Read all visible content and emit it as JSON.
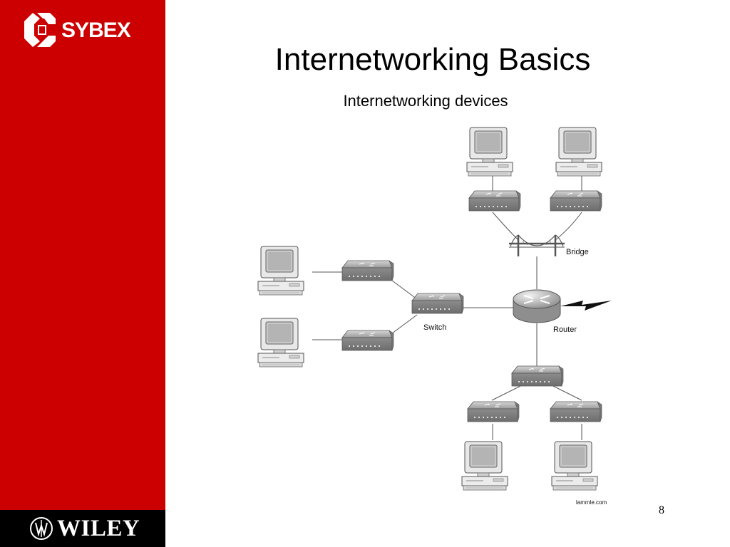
{
  "slide": {
    "title": "Internetworking Basics",
    "subtitle": "Internetworking devices",
    "page_number": "8"
  },
  "branding": {
    "top_logo": "SYBEX",
    "bottom_logo": "WILEY",
    "sidebar_color": "#cc0000",
    "footer_color": "#000000"
  },
  "diagram": {
    "labels": {
      "bridge": "Bridge",
      "router": "Router",
      "switch": "Switch"
    },
    "credit": "lammle.com"
  }
}
